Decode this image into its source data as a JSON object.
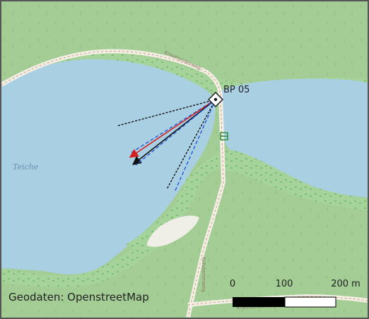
{
  "map": {
    "marker_label": "BP 05",
    "place_label": "Teiche",
    "street_label_top": "Krautlanderweg",
    "street_label_vertical": "Kuhdammweg",
    "street_label_bottom": "Krautlanderweg"
  },
  "attribution": "Geodaten: OpenstreetMap",
  "scale_bar": {
    "labels": [
      "0",
      "100",
      "200 m"
    ]
  },
  "colors": {
    "forest": "#a7cf97",
    "water": "#a9cfe3",
    "wetland": "#8fcf90",
    "path": "#f3eee6",
    "heading_red": "#d62020",
    "heading_black": "#111111",
    "bound_blue": "#1d4fd8",
    "bound_black": "#000000"
  }
}
